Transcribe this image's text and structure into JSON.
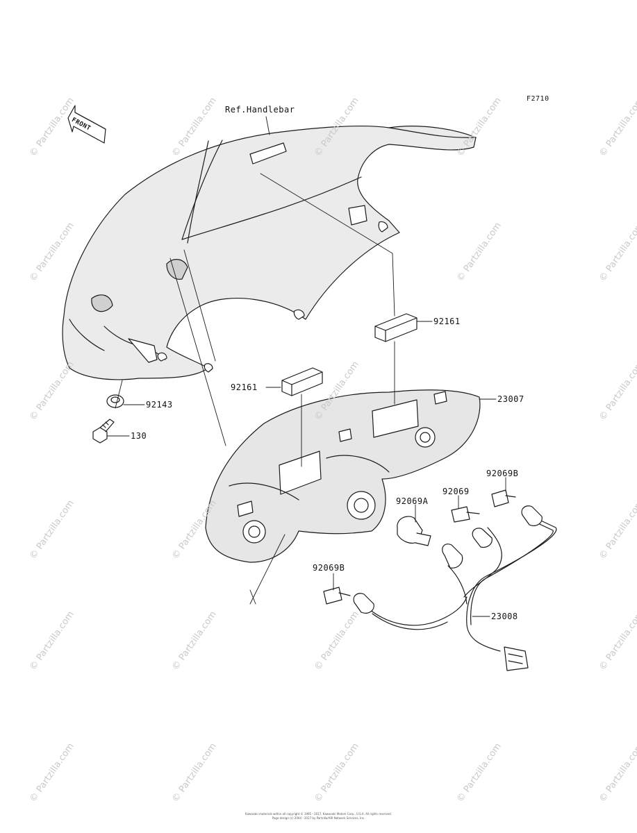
{
  "figure_code": "F2710",
  "front_marker": "FRONT",
  "ref_label": "Ref.Handlebar",
  "watermark": "© Partzilla.com",
  "parts": {
    "p92161_upper": "92161",
    "p92161_left": "92161",
    "p23007": "23007",
    "p92143": "92143",
    "p130": "130",
    "p92069B_right": "92069B",
    "p92069": "92069",
    "p92069A": "92069A",
    "p92069B_left": "92069B",
    "p23008": "23008"
  },
  "footer": {
    "line1": "Kawasaki materials within all copyright © 1995 - 2017, Kawasaki Motors Corp., U.S.A. All rights reserved.",
    "line2": "Page design (c) 2004 - 2017 by Partzilla/ARI Network Services, Inc."
  },
  "colors": {
    "line": "#1a1a1a",
    "shade": "#dcdcdc",
    "watermark": "#c9c9c9"
  }
}
